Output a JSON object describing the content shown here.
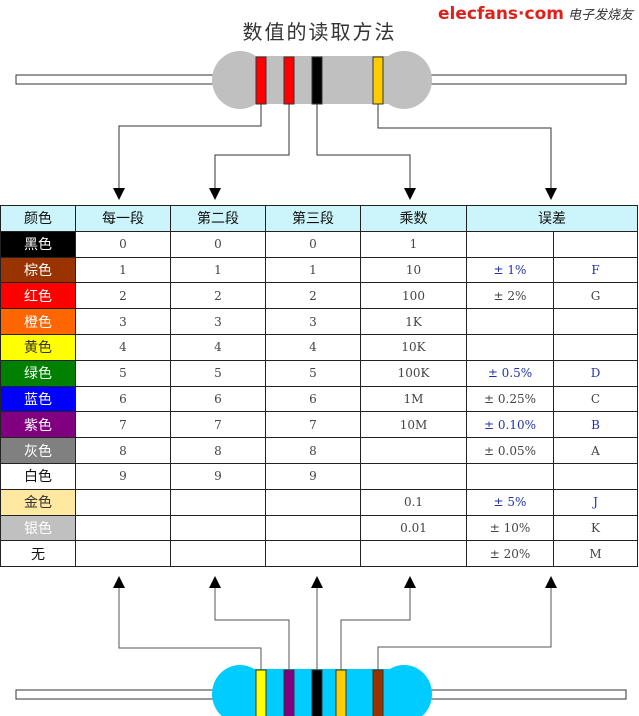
{
  "title": "数值的读取方法",
  "headers": [
    "颜色",
    "每一段",
    "第二段",
    "第三段",
    "乘数",
    "误差"
  ],
  "rows": [
    {
      "color": "黑色",
      "bg": "#000000",
      "fg": "#ffffff",
      "d1": "0",
      "d2": "0",
      "d3": "0",
      "mult": "1",
      "tol": "",
      "code": "",
      "blue": false
    },
    {
      "color": "棕色",
      "bg": "#993300",
      "fg": "#ffffff",
      "d1": "1",
      "d2": "1",
      "d3": "1",
      "mult": "10",
      "tol": "± 1%",
      "code": "F",
      "blue": true
    },
    {
      "color": "红色",
      "bg": "#ff0000",
      "fg": "#ffffff",
      "d1": "2",
      "d2": "2",
      "d3": "2",
      "mult": "100",
      "tol": "± 2%",
      "code": "G",
      "blue": false
    },
    {
      "color": "橙色",
      "bg": "#ff6600",
      "fg": "#ffffff",
      "d1": "3",
      "d2": "3",
      "d3": "3",
      "mult": "1K",
      "tol": "",
      "code": "",
      "blue": false
    },
    {
      "color": "黄色",
      "bg": "#ffff00",
      "fg": "#333333",
      "d1": "4",
      "d2": "4",
      "d3": "4",
      "mult": "10K",
      "tol": "",
      "code": "",
      "blue": false
    },
    {
      "color": "绿色",
      "bg": "#008000",
      "fg": "#ffffff",
      "d1": "5",
      "d2": "5",
      "d3": "5",
      "mult": "100K",
      "tol": "± 0.5%",
      "code": "D",
      "blue": true
    },
    {
      "color": "蓝色",
      "bg": "#0000ff",
      "fg": "#ffffff",
      "d1": "6",
      "d2": "6",
      "d3": "6",
      "mult": "1M",
      "tol": "± 0.25%",
      "code": "C",
      "blue": false
    },
    {
      "color": "紫色",
      "bg": "#800080",
      "fg": "#ffffff",
      "d1": "7",
      "d2": "7",
      "d3": "7",
      "mult": "10M",
      "tol": "± 0.10%",
      "code": "B",
      "blue": true
    },
    {
      "color": "灰色",
      "bg": "#808080",
      "fg": "#ffffff",
      "d1": "8",
      "d2": "8",
      "d3": "8",
      "mult": "",
      "tol": "± 0.05%",
      "code": "A",
      "blue": false
    },
    {
      "color": "白色",
      "bg": "#ffffff",
      "fg": "#111111",
      "d1": "9",
      "d2": "9",
      "d3": "9",
      "mult": "",
      "tol": "",
      "code": "",
      "blue": false
    },
    {
      "color": "金色",
      "bg": "#ffe9a0",
      "fg": "#333333",
      "d1": "",
      "d2": "",
      "d3": "",
      "mult": "0.1",
      "tol": "± 5%",
      "code": "J",
      "blue": true
    },
    {
      "color": "银色",
      "bg": "#c0c0c0",
      "fg": "#ffffff",
      "d1": "",
      "d2": "",
      "d3": "",
      "mult": "0.01",
      "tol": "± 10%",
      "code": "K",
      "blue": false
    },
    {
      "color": "无",
      "bg": "#ffffff",
      "fg": "#111111",
      "d1": "",
      "d2": "",
      "d3": "",
      "mult": "",
      "tol": "± 20%",
      "code": "M",
      "blue": false
    }
  ],
  "watermark": {
    "brand": "elecfans·com",
    "cn": "电子发烧友"
  },
  "top_resistor": {
    "body": "#c0c0c0",
    "bands": [
      "#ff0000",
      "#ff0000",
      "#000000",
      "#ffcc00"
    ]
  },
  "bottom_resistor": {
    "body": "#00ccff",
    "bands": [
      "#ffff00",
      "#800080",
      "#000000",
      "#ffcc00",
      "#993300"
    ]
  }
}
